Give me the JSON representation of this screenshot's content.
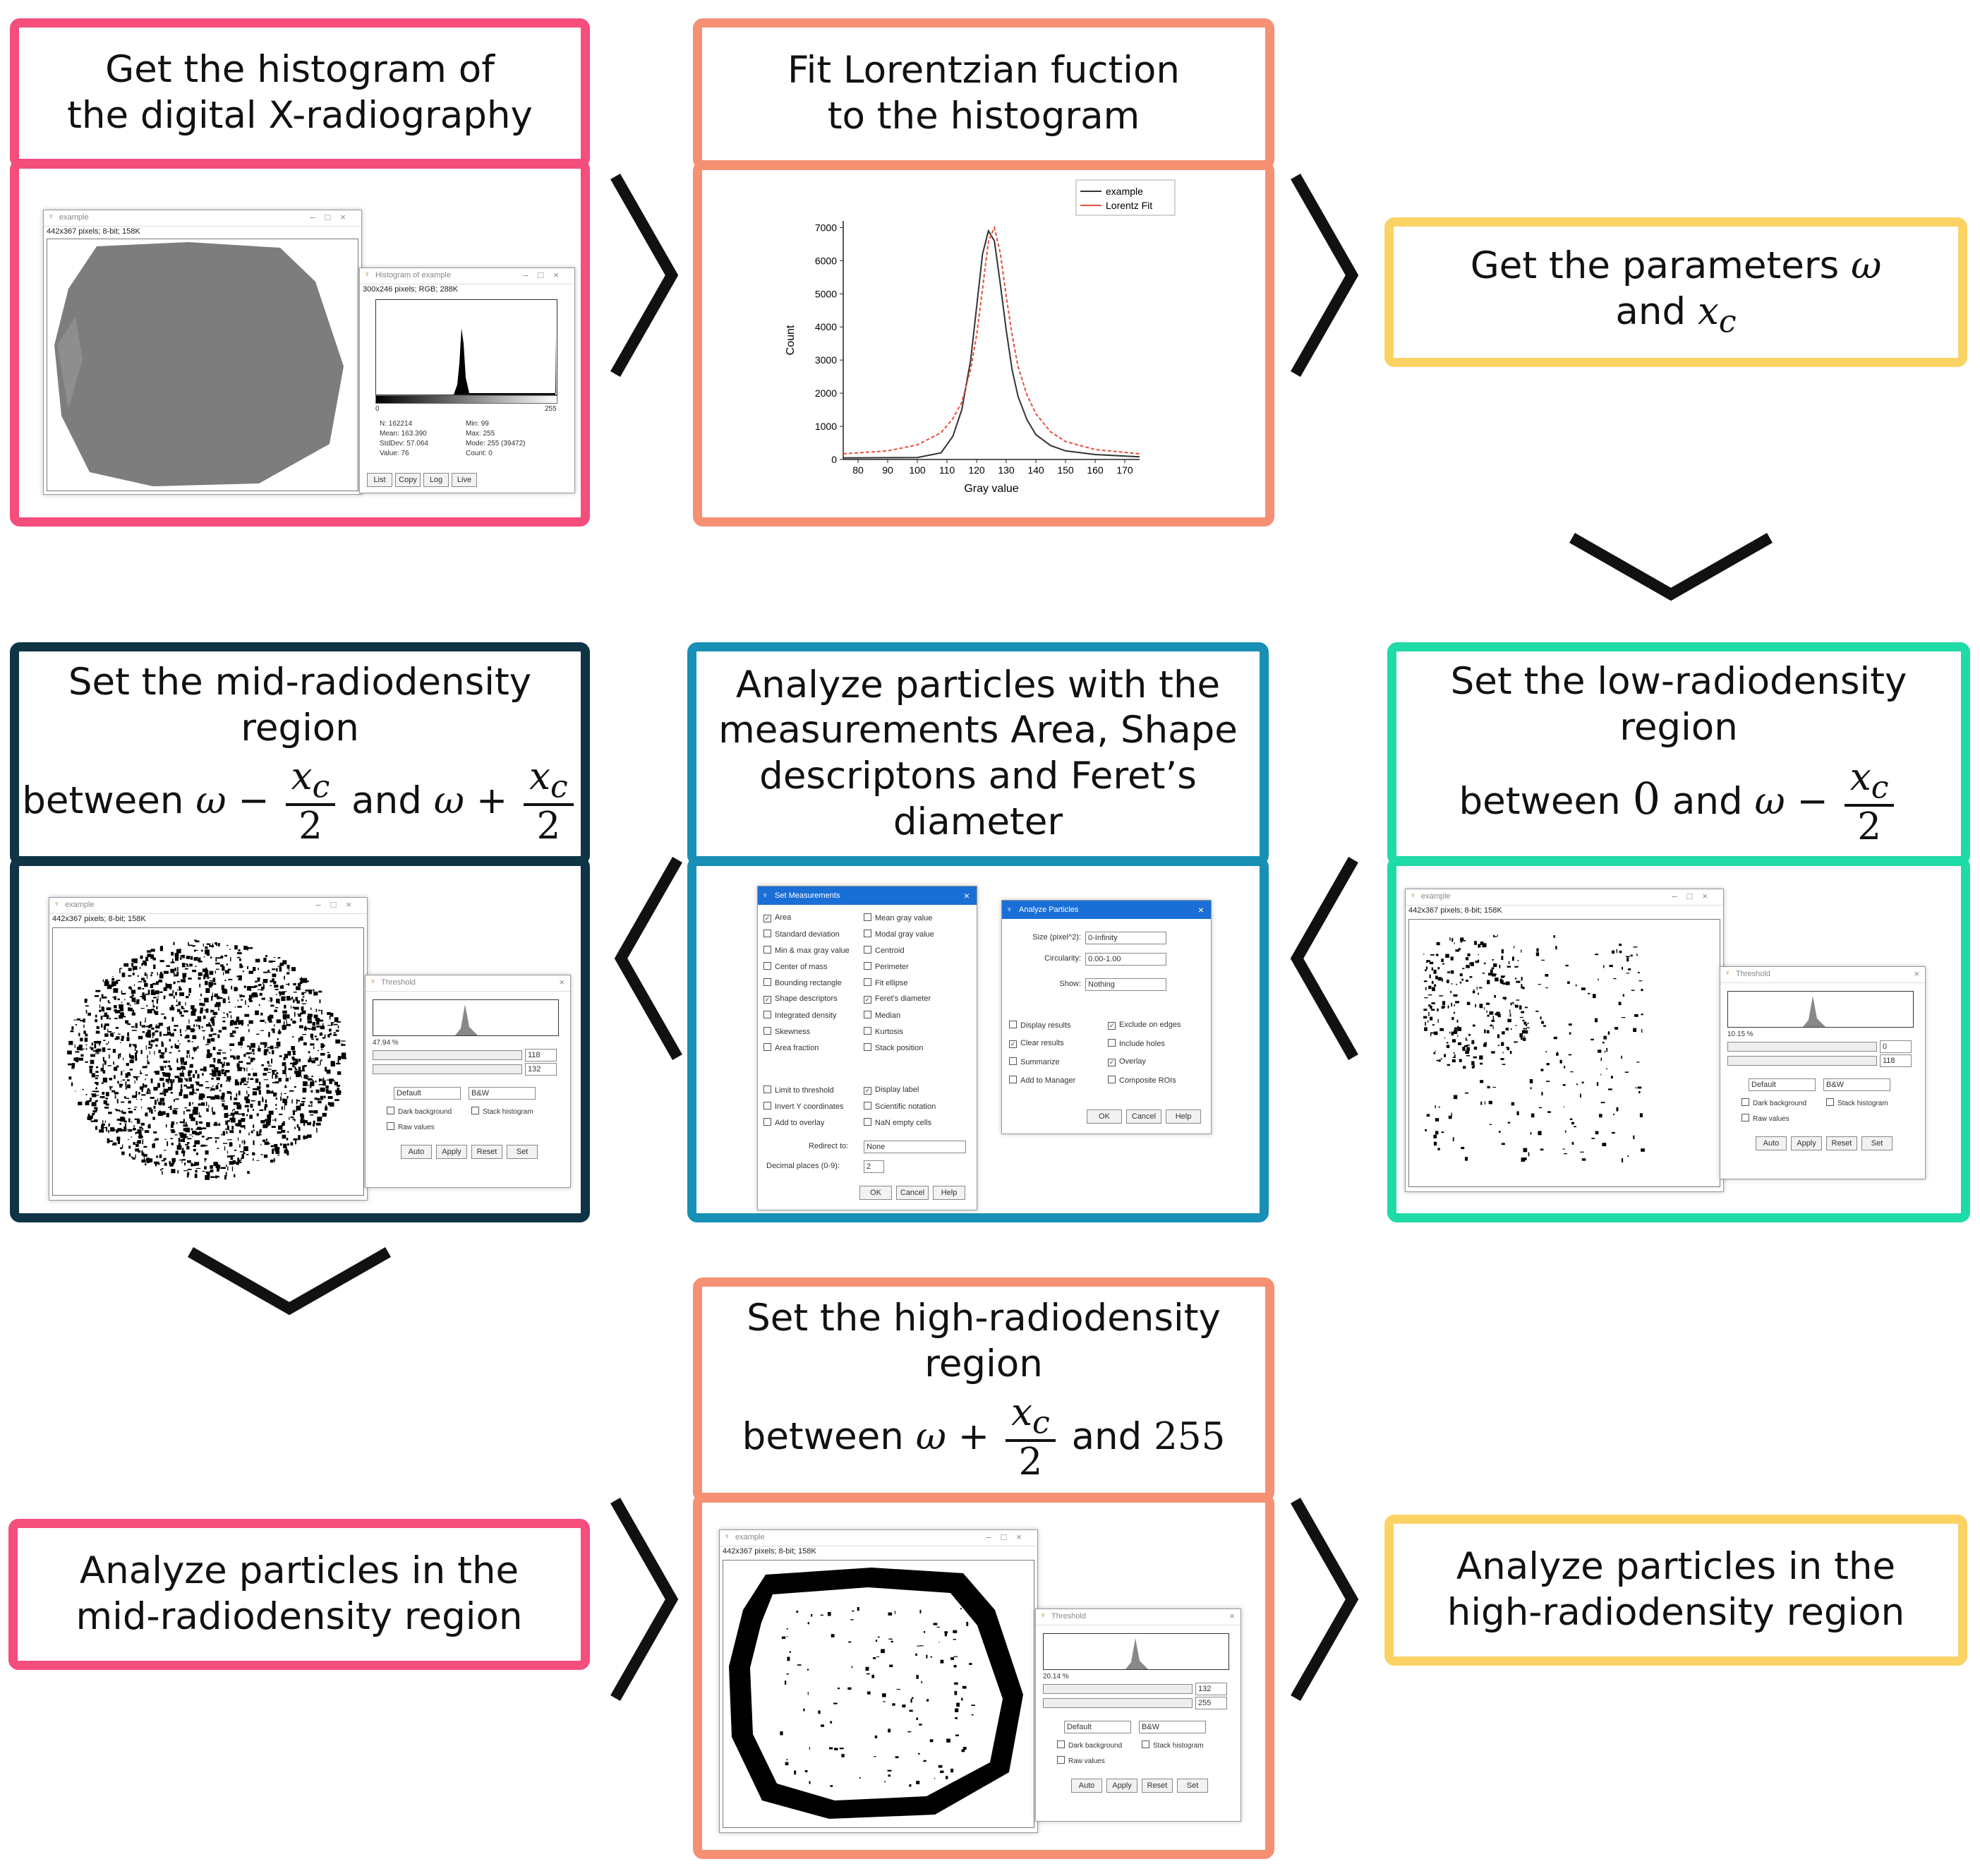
{
  "steps": {
    "s1": {
      "line1": "Get the histogram of",
      "line2": "the digital X-radiography"
    },
    "s2": {
      "line1": "Fit Lorentzian fuction",
      "line2": "to the histogram"
    },
    "s3": {
      "line1": "Get the parameters",
      "omega": "ω",
      "and": "and",
      "xc": "x",
      "sub": "c"
    },
    "s4": {
      "line1": "Set the low-radiodensity region",
      "between": "between",
      "zero": "0",
      "and": "and",
      "omega": "ω",
      "minus": "−",
      "xc": "x",
      "sub": "c",
      "two": "2"
    },
    "s5": {
      "line1": "Analyze particles with the",
      "line2": "measurements Area, Shape",
      "line3": "descriptons and Feret’s diameter"
    },
    "s6": {
      "line1": "Set the mid-radiodensity region",
      "between": "between",
      "omega": "ω",
      "minus": "−",
      "and": "and",
      "plus": "+",
      "xc": "x",
      "sub": "c",
      "two": "2"
    },
    "s7": {
      "line1": "Set the high-radiodensity region",
      "between": "between",
      "omega": "ω",
      "plus": "+",
      "and": "and",
      "v255": "255",
      "xc": "x",
      "sub": "c",
      "two": "2"
    },
    "s8": {
      "line1": "Analyze particles in the",
      "line2": "mid-radiodensity region"
    },
    "s9": {
      "line1": "Analyze particles in the",
      "line2": "high-radiodensity region"
    }
  },
  "screens": {
    "image_window": {
      "title": "example",
      "info": "442x367 pixels; 8-bit; 158K"
    },
    "histogram_window": {
      "title": "Histogram of example",
      "info": "300x246 pixels; RGB; 288K",
      "axis_min": "0",
      "axis_max": "255",
      "stats_left": [
        "N: 162214",
        "Mean: 163.390",
        "StdDev: 57.064",
        "Value: 76"
      ],
      "stats_right": [
        "Min: 99",
        "Max: 255",
        "Mode: 255 (39472)",
        "Count: 0"
      ],
      "buttons": [
        "List",
        "Copy",
        "Log",
        "Live"
      ]
    },
    "threshold_window": {
      "title": "Threshold",
      "mid": {
        "percent": "47.94 %",
        "lower": "118",
        "upper": "132"
      },
      "low": {
        "percent": "10.15 %",
        "lower": "0",
        "upper": "118"
      },
      "high": {
        "percent": "20.14 %",
        "lower": "132",
        "upper": "255"
      },
      "method": "Default",
      "mode": "B&W",
      "dark_bg": "Dark background",
      "stack_hist": "Stack histogram",
      "raw": "Raw values",
      "buttons": [
        "Auto",
        "Apply",
        "Reset",
        "Set"
      ]
    },
    "set_measurements": {
      "title": "Set Measurements",
      "left": [
        {
          "label": "Area",
          "on": true
        },
        {
          "label": "Standard deviation",
          "on": false
        },
        {
          "label": "Min & max gray value",
          "on": false
        },
        {
          "label": "Center of mass",
          "on": false
        },
        {
          "label": "Bounding rectangle",
          "on": false
        },
        {
          "label": "Shape descriptors",
          "on": true
        },
        {
          "label": "Integrated density",
          "on": false
        },
        {
          "label": "Skewness",
          "on": false
        },
        {
          "label": "Area fraction",
          "on": false
        }
      ],
      "right": [
        {
          "label": "Mean gray value",
          "on": false
        },
        {
          "label": "Modal gray value",
          "on": false
        },
        {
          "label": "Centroid",
          "on": false
        },
        {
          "label": "Perimeter",
          "on": false
        },
        {
          "label": "Fit ellipse",
          "on": false
        },
        {
          "label": "Feret's diameter",
          "on": true
        },
        {
          "label": "Median",
          "on": false
        },
        {
          "label": "Kurtosis",
          "on": false
        },
        {
          "label": "Stack position",
          "on": false
        }
      ],
      "left2": [
        {
          "label": "Limit to threshold",
          "on": false
        },
        {
          "label": "Invert Y coordinates",
          "on": false
        },
        {
          "label": "Add to overlay",
          "on": false
        }
      ],
      "right2": [
        {
          "label": "Display label",
          "on": true
        },
        {
          "label": "Scientific notation",
          "on": false
        },
        {
          "label": "NaN empty cells",
          "on": false
        }
      ],
      "redirect_label": "Redirect to:",
      "redirect_value": "None",
      "decimal_label": "Decimal places (0-9):",
      "decimal_value": "2",
      "buttons": [
        "OK",
        "Cancel",
        "Help"
      ]
    },
    "analyze_particles": {
      "title": "Analyze Particles",
      "size_label": "Size (pixel^2):",
      "size_value": "0-Infinity",
      "circ_label": "Circularity:",
      "circ_value": "0.00-1.00",
      "show_label": "Show:",
      "show_value": "Nothing",
      "left": [
        {
          "label": "Display results",
          "on": false
        },
        {
          "label": "Clear results",
          "on": true
        },
        {
          "label": "Summarize",
          "on": false
        },
        {
          "label": "Add to Manager",
          "on": false
        }
      ],
      "right": [
        {
          "label": "Exclude on edges",
          "on": true
        },
        {
          "label": "Include holes",
          "on": false
        },
        {
          "label": "Overlay",
          "on": true
        },
        {
          "label": "Composite ROIs",
          "on": false
        }
      ],
      "buttons": [
        "OK",
        "Cancel",
        "Help"
      ]
    }
  },
  "chart_data": {
    "type": "line",
    "xlabel": "Gray value",
    "ylabel": "Count",
    "xlim": [
      75,
      175
    ],
    "ylim": [
      0,
      7200
    ],
    "xticks": [
      80,
      90,
      100,
      110,
      120,
      130,
      140,
      150,
      160,
      170
    ],
    "yticks": [
      0,
      1000,
      2000,
      3000,
      4000,
      5000,
      6000,
      7000
    ],
    "legend_placement": "top-right",
    "series": [
      {
        "name": "example",
        "color": "#333333",
        "x": [
          75,
          100,
          108,
          112,
          115,
          118,
          120,
          122,
          124,
          126,
          128,
          130,
          132,
          134,
          137,
          140,
          145,
          150,
          160,
          175
        ],
        "y": [
          50,
          60,
          200,
          700,
          1500,
          3000,
          4600,
          6200,
          6900,
          6600,
          5300,
          3900,
          2700,
          1900,
          1200,
          750,
          420,
          260,
          150,
          80
        ]
      },
      {
        "name": "Lorentz Fit",
        "color": "#e8503a",
        "x": [
          75,
          90,
          100,
          108,
          112,
          115,
          118,
          120,
          122,
          124,
          126,
          128,
          130,
          132,
          134,
          137,
          140,
          145,
          150,
          160,
          175
        ],
        "y": [
          170,
          260,
          440,
          810,
          1230,
          1730,
          2720,
          3750,
          5150,
          6580,
          7000,
          6230,
          4920,
          3750,
          2800,
          1950,
          1380,
          830,
          540,
          300,
          170
        ]
      }
    ]
  },
  "colors": {
    "pink": "#f54d7c",
    "orange": "#f69073",
    "yellow": "#fbd264",
    "navy": "#0e3446",
    "blue": "#1890b5",
    "teal": "#1fdba6"
  }
}
